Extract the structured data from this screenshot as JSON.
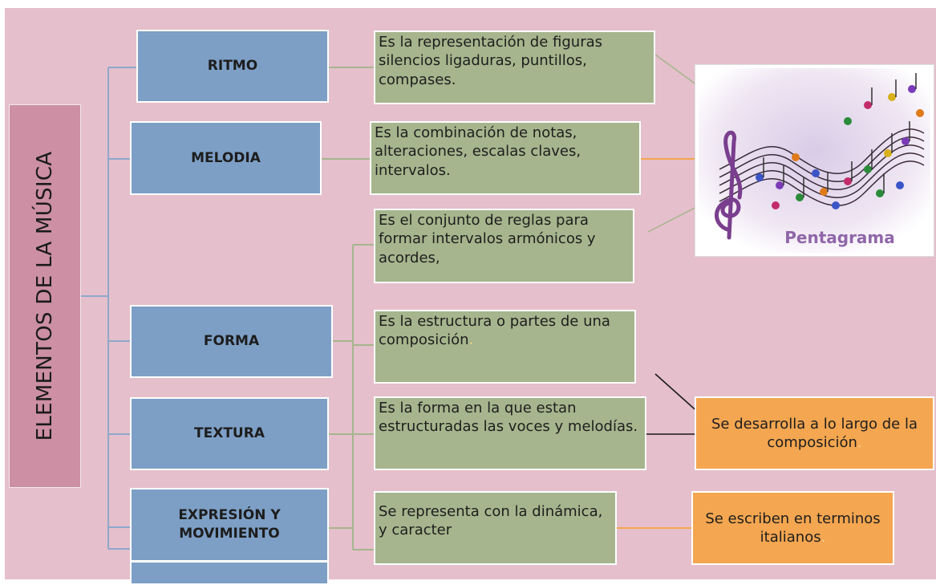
{
  "title": "ELEMENTOS DE LA MÚSICA",
  "elements": [
    {
      "label": "RITMO"
    },
    {
      "label": "MELODIA"
    },
    {
      "label": "FORMA"
    },
    {
      "label": "TEXTURA"
    },
    {
      "label": "EXPRESIÓN Y MOVIMIENTO"
    }
  ],
  "descriptions": {
    "ritmo": "Es la representación de figuras silencios ligaduras, puntillos, compases.",
    "melodia": "Es la combinación de notas, alteraciones, escalas claves, intervalos.",
    "armonia": "Es el conjunto de reglas para formar intervalos armónicos y acordes,",
    "forma": "Es la estructura o partes de una composición",
    "textura": "Es la forma en la que estan estructuradas las voces y melodías.",
    "expresion": "Se representa con la dinámica, y caracter"
  },
  "notes": {
    "composicion": "Se desarrolla a lo largo de la composición",
    "italianos": "Se escriben en terminos italianos"
  },
  "image": {
    "caption": "Pentagrama"
  },
  "colors": {
    "background": "#e5bfcb",
    "title_box": "#cc8fa4",
    "element_box": "#7d9fc6",
    "description_box": "#a6b58d",
    "note_box": "#f4a650",
    "connector": "#8fa8cb"
  }
}
